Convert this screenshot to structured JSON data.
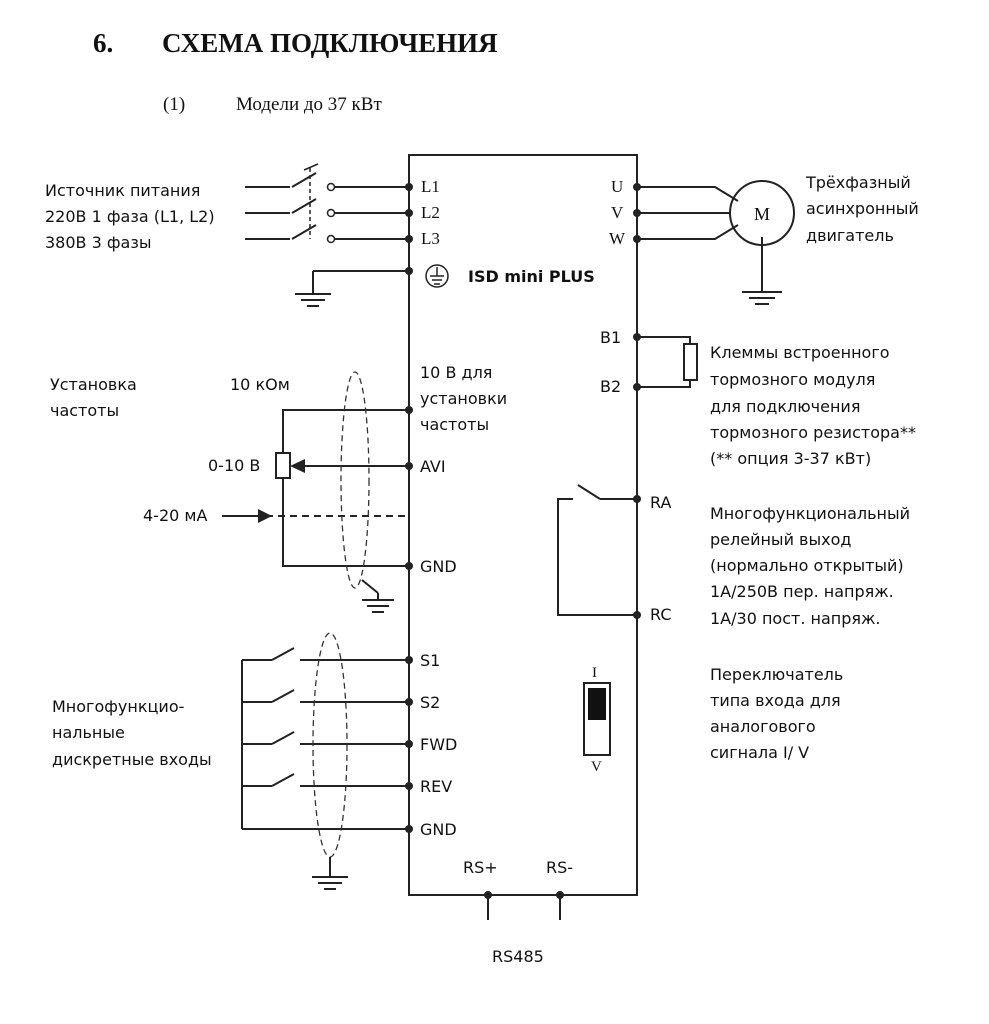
{
  "section": {
    "number": "6.",
    "title": "СХЕМА ПОДКЛЮЧЕНИЯ"
  },
  "subsection": {
    "number": "(1)",
    "title": "Модели до 37 кВт"
  },
  "device": {
    "name": "ISD mini PLUS"
  },
  "power": {
    "lines": [
      "Источник питания",
      "220В 1 фаза (L1, L2)",
      "380В 3 фазы"
    ],
    "terminals": [
      "L1",
      "L2",
      "L3"
    ]
  },
  "motor": {
    "symbol": "M",
    "lines": [
      "Трёхфазный",
      "асинхронный",
      "двигатель"
    ],
    "terminals": [
      "U",
      "V",
      "W"
    ]
  },
  "brake": {
    "terminals": [
      "B1",
      "B2"
    ],
    "lines": [
      "Клеммы встроенного",
      "тормозного модуля",
      "для подключения",
      "тормозного резистора**",
      "(** опция 3-37 кВт)"
    ]
  },
  "freq": {
    "lines": [
      "Установка",
      "частоты"
    ],
    "pot": "10 кОм",
    "ref_lines": [
      "10 В для",
      "установки",
      "частоты"
    ],
    "voltage": "0-10 В",
    "current": "4-20 мА",
    "terminals": [
      "AVI",
      "GND"
    ]
  },
  "relay": {
    "terminals": [
      "RA",
      "RC"
    ],
    "lines": [
      "Многофункциональный",
      "релейный выход",
      "(нормально открытый)",
      "1А/250В пер. напряж.",
      "1А/30 пост. напряж."
    ]
  },
  "switch": {
    "top": "I",
    "bottom": "V",
    "lines": [
      "Переключатель",
      "типа входа для",
      "аналогового",
      "сигнала I/ V"
    ]
  },
  "digital": {
    "lines": [
      "Многофункцио-",
      "нальные",
      "дискретные входы"
    ],
    "terminals": [
      "S1",
      "S2",
      "FWD",
      "REV",
      "GND"
    ]
  },
  "comm": {
    "terminals": [
      "RS+",
      "RS-"
    ],
    "label": "RS485"
  }
}
